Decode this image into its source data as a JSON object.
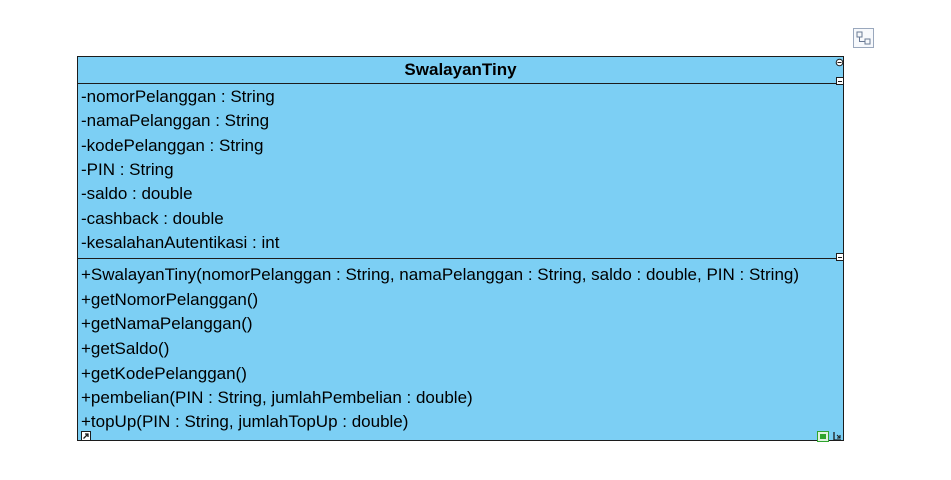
{
  "class": {
    "name": "SwalayanTiny",
    "attributes": [
      "-nomorPelanggan : String",
      "-namaPelanggan : String",
      "-kodePelanggan : String",
      "-PIN : String",
      "-saldo : double",
      "-cashback : double",
      "-kesalahanAutentikasi : int"
    ],
    "operations": [
      "+SwalayanTiny(nomorPelanggan : String, namaPelanggan : String, saldo : double, PIN : String)",
      "+getNomorPelanggan()",
      "+getNamaPelanggan()",
      "+getSaldo()",
      "+getKodePelanggan()",
      "+pembelian(PIN : String, jumlahPembelian : double)",
      "+topUp(PIN : String, jumlahTopUp : double)"
    ]
  },
  "colors": {
    "class_fill": "#7ccff4",
    "border": "#1c1c1c",
    "resize_green": "#2fa52f"
  },
  "icons": {
    "top_right_float": "connector-icon",
    "top_right_box": "collapse-icon",
    "attributes_toggle": "compartment-collapse-icon",
    "operations_toggle": "compartment-collapse-icon",
    "bottom_left": "shortcut-arrow-icon",
    "bottom_right_a": "resize-icon",
    "bottom_right_b": "anchor-icon"
  }
}
